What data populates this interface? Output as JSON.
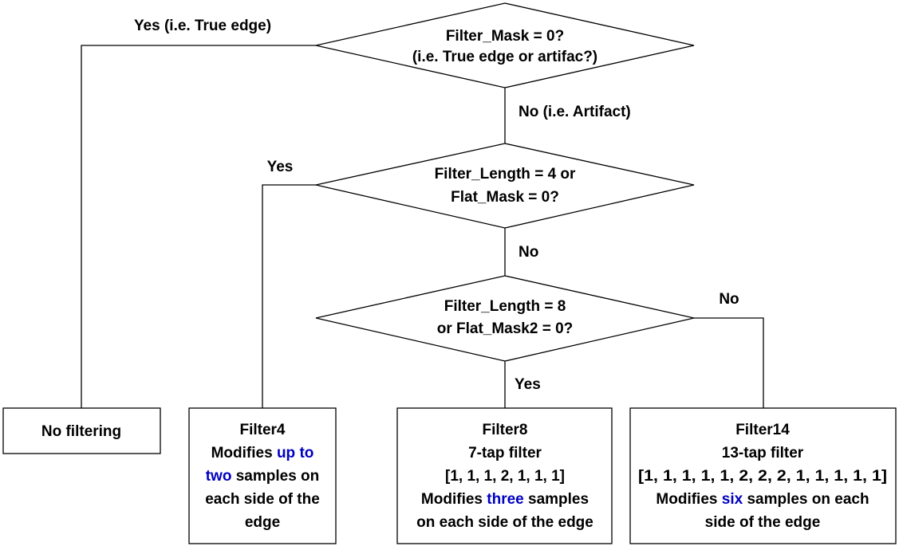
{
  "colors": {
    "text": "#000000",
    "highlight": "#0000c0",
    "line": "#000000",
    "background": "#ffffff"
  },
  "decisions": {
    "d1": {
      "lines": [
        "Filter_Mask = 0?",
        "(i.e. True edge or artifac?)"
      ]
    },
    "d2": {
      "lines": [
        "Filter_Length = 4 or",
        "Flat_Mask = 0?"
      ]
    },
    "d3": {
      "lines": [
        "Filter_Length = 8",
        "or Flat_Mask2 = 0?"
      ]
    }
  },
  "edge_labels": {
    "d1_yes": "Yes (i.e. True edge)",
    "d1_no": "No (i.e. Artifact)",
    "d2_yes": "Yes",
    "d2_no": "No",
    "d3_yes": "Yes",
    "d3_no": "No"
  },
  "outcomes": {
    "no_filtering": {
      "label": "No filtering"
    },
    "filter4": {
      "title": "Filter4",
      "line1_pre": "Modifies ",
      "line1_hl": "up to",
      "line2_hl": "two",
      "line2_post": " samples on",
      "line3": "each side of the",
      "line4": "edge"
    },
    "filter8": {
      "title": "Filter8",
      "line1": "7-tap filter",
      "line2": "[1, 1, 1, 2, 1, 1, 1]",
      "line3_pre": "Modifies ",
      "line3_hl": "three",
      "line3_post": " samples",
      "line4": "on each side of the edge"
    },
    "filter14": {
      "title": "Filter14",
      "line1": "13-tap filter",
      "line2": "[1, 1, 1, 1, 1, 2, 2, 2, 1, 1, 1, 1, 1]",
      "line3_pre": "Modifies ",
      "line3_hl": "six",
      "line3_post": " samples on each",
      "line4": "side of the edge"
    }
  }
}
